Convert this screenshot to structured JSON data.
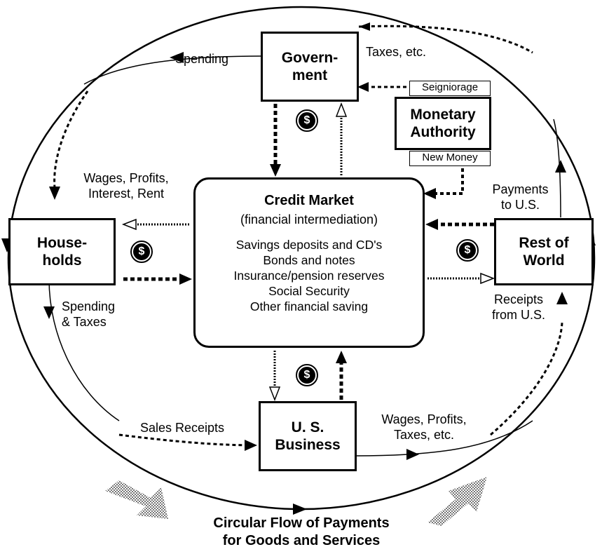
{
  "boxes": {
    "government": "Govern-\nment",
    "monetary_authority": "Monetary\nAuthority",
    "households": "House-\nholds",
    "rest_of_world": "Rest of\nWorld",
    "us_business": "U. S.\nBusiness"
  },
  "small_labels": {
    "seigniorage": "Seigniorage",
    "new_money": "New Money"
  },
  "credit_market": {
    "title": "Credit Market",
    "subtitle": "(financial  intermediation)",
    "items": [
      "Savings deposits and CD's",
      "Bonds and notes",
      "Insurance/pension reserves",
      "Social Security",
      "Other financial saving"
    ]
  },
  "flow_labels": {
    "spending": "Spending",
    "taxes_etc": "Taxes, etc.",
    "wages_profits_interest_rent": [
      "Wages, Profits,",
      "Interest, Rent"
    ],
    "payments_to_us": [
      "Payments",
      "to U.S."
    ],
    "spending_taxes": [
      "Spending",
      "& Taxes"
    ],
    "receipts_from_us": [
      "Receipts",
      "from U.S."
    ],
    "sales_receipts": "Sales Receipts",
    "wages_profits_taxes": [
      "Wages, Profits,",
      "Taxes, etc."
    ]
  },
  "dollar_symbol": "$",
  "caption": [
    "Circular Flow of Payments",
    "for Goods and Services"
  ]
}
